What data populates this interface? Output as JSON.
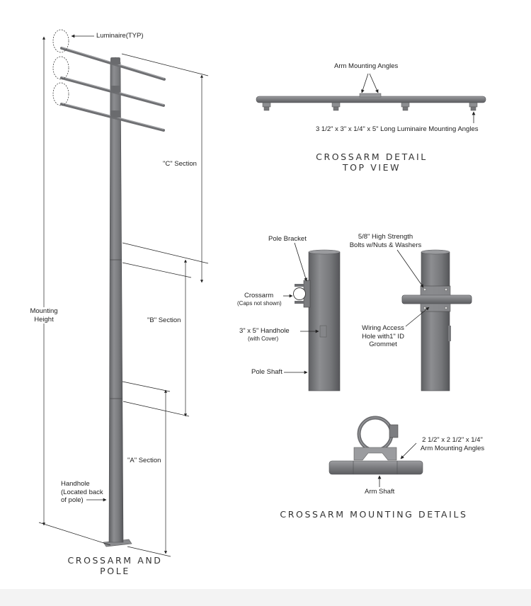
{
  "pole_view": {
    "luminaire_label": "Luminaire(TYP)",
    "section_c_label": "\"C\" Section",
    "section_b_label": "\"B\" Section",
    "section_a_label": "\"A\" Section",
    "mounting_height_label": [
      "Mounting",
      "Height"
    ],
    "handhole_label": [
      "Handhole",
      "(Located back",
      "of pole)"
    ],
    "title": [
      "CROSSARM AND",
      "POLE"
    ]
  },
  "top_view": {
    "arm_mounting_angles_label": "Arm Mounting Angles",
    "luminaire_angles_label": "3 1/2\" x 3\" x 1/4\" x 5\" Long Luminaire Mounting Angles",
    "title": [
      "CROSSARM DETAIL",
      "TOP VIEW"
    ]
  },
  "mounting_details": {
    "pole_bracket_label": "Pole Bracket",
    "crossarm_label": "Crossarm",
    "caps_note": "(Caps not shown)",
    "handhole_size_label": "3\" x 5\" Handhole",
    "with_cover_note": "(with Cover)",
    "pole_shaft_label": "Pole Shaft",
    "bolts_label": [
      "5/8\" High Strength",
      "Bolts w/Nuts & Washers"
    ],
    "wiring_access_label": [
      "Wiring Access",
      "Hole with1\" ID",
      "Grommet"
    ],
    "angles_label": [
      "2 1/2\" x 2 1/2\" x 1/4\"",
      "Arm Mounting Angles"
    ],
    "arm_shaft_label": "Arm Shaft",
    "title": "CROSSARM MOUNTING DETAILS"
  },
  "colors": {
    "steel_dark": "#6b6c6f",
    "steel_mid": "#8e8f92",
    "steel_light": "#b5b6b8",
    "line": "#2a2a2a"
  }
}
